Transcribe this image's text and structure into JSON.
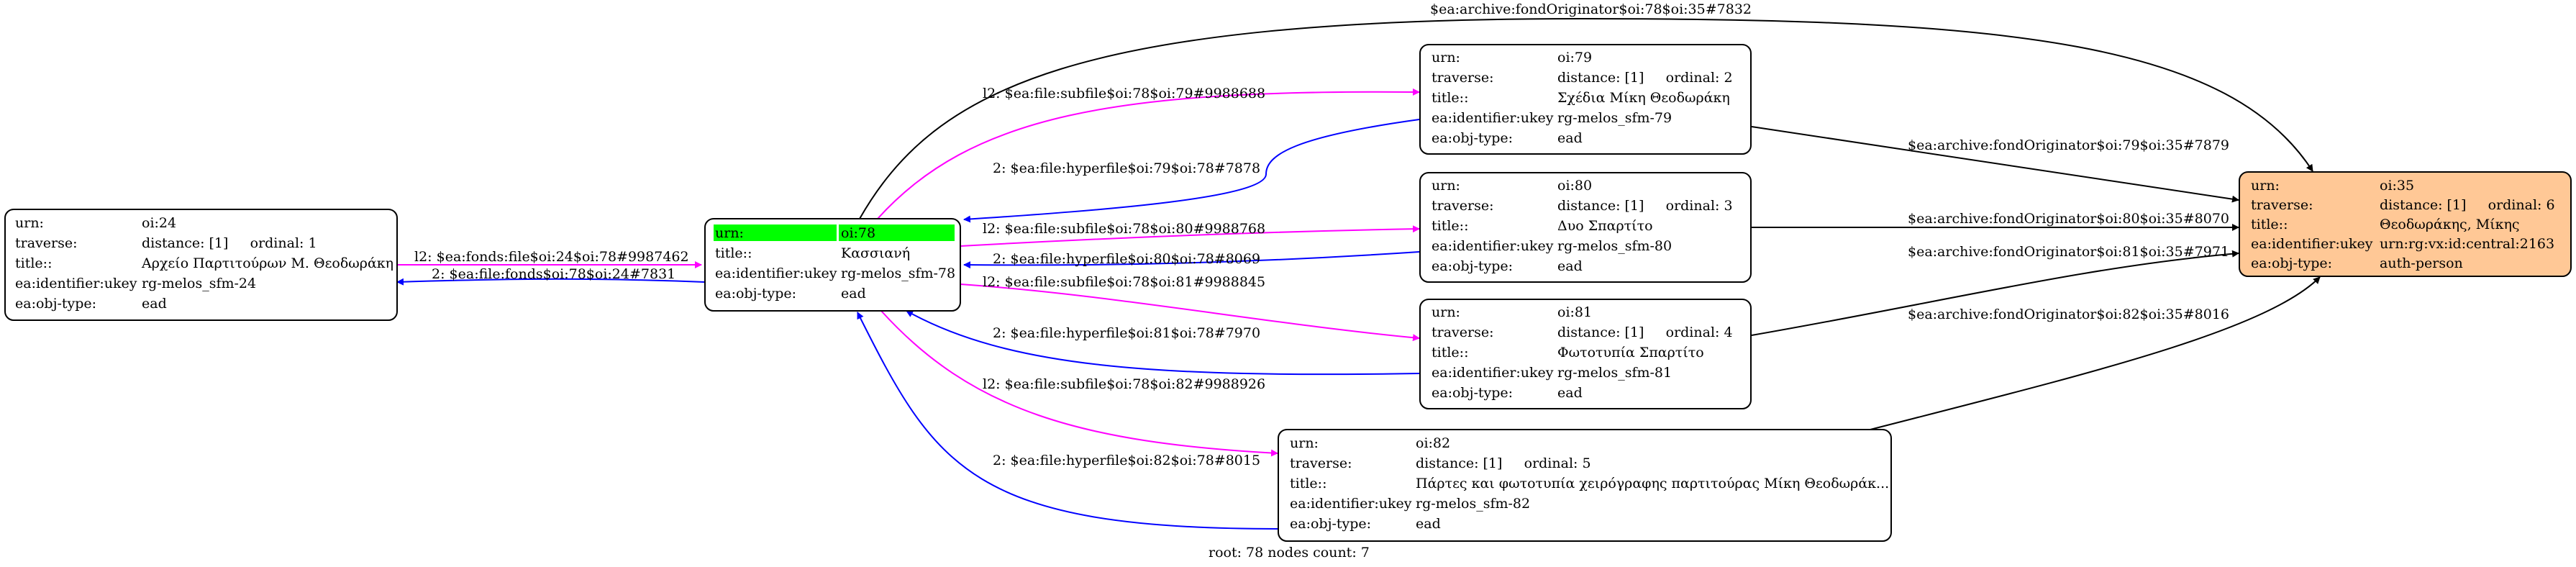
{
  "colors": {
    "background": "#ffffff",
    "root_highlight": "#00ff00",
    "target_fill": "#ffc896",
    "subfile_edge": "#ff00ff",
    "hyperfile_edge": "#0000ff",
    "archive_edge": "#000000",
    "node_border": "#000000"
  },
  "nodes": {
    "oi24": {
      "rows": [
        [
          "urn:",
          "oi:24"
        ],
        [
          "traverse:",
          "distance: [1]     ordinal: 1"
        ],
        [
          "title::",
          "Αρχείο Παρτιτούρων Μ. Θεοδωράκη"
        ],
        [
          "ea:identifier:ukey",
          "rg-melos_sfm-24"
        ],
        [
          "ea:obj-type:",
          "ead"
        ]
      ]
    },
    "oi78": {
      "rows": [
        [
          "urn:",
          "oi:78"
        ],
        [
          "title::",
          "Κασσιανή"
        ],
        [
          "ea:identifier:ukey",
          "rg-melos_sfm-78"
        ],
        [
          "ea:obj-type:",
          "ead"
        ]
      ]
    },
    "oi79": {
      "rows": [
        [
          "urn:",
          "oi:79"
        ],
        [
          "traverse:",
          "distance: [1]     ordinal: 2"
        ],
        [
          "title::",
          "Σχέδια Μίκη Θεοδωράκη"
        ],
        [
          "ea:identifier:ukey",
          "rg-melos_sfm-79"
        ],
        [
          "ea:obj-type:",
          "ead"
        ]
      ]
    },
    "oi80": {
      "rows": [
        [
          "urn:",
          "oi:80"
        ],
        [
          "traverse:",
          "distance: [1]     ordinal: 3"
        ],
        [
          "title::",
          "Δυο Σπαρτίτο"
        ],
        [
          "ea:identifier:ukey",
          "rg-melos_sfm-80"
        ],
        [
          "ea:obj-type:",
          "ead"
        ]
      ]
    },
    "oi81": {
      "rows": [
        [
          "urn:",
          "oi:81"
        ],
        [
          "traverse:",
          "distance: [1]     ordinal: 4"
        ],
        [
          "title::",
          "Φωτοτυπία Σπαρτίτο"
        ],
        [
          "ea:identifier:ukey",
          "rg-melos_sfm-81"
        ],
        [
          "ea:obj-type:",
          "ead"
        ]
      ]
    },
    "oi82": {
      "rows": [
        [
          "urn:",
          "oi:82"
        ],
        [
          "traverse:",
          "distance: [1]     ordinal: 5"
        ],
        [
          "title::",
          "Πάρτες και φωτοτυπία χειρόγραφης παρτιτούρας Μίκη Θεοδωράκ..."
        ],
        [
          "ea:identifier:ukey",
          "rg-melos_sfm-82"
        ],
        [
          "ea:obj-type:",
          "ead"
        ]
      ]
    },
    "oi35": {
      "rows": [
        [
          "urn:",
          "oi:35"
        ],
        [
          "traverse:",
          "distance: [1]     ordinal: 6"
        ],
        [
          "title::",
          "Θεοδωράκης, Μίκης"
        ],
        [
          "ea:identifier:ukey",
          "urn:rg:vx:id:central:2163"
        ],
        [
          "ea:obj-type:",
          "auth-person"
        ]
      ]
    }
  },
  "edges": {
    "fonds_file": "l2: $ea:fonds:file$oi:24$oi:78#9987462",
    "file_fonds": "2: $ea:file:fonds$oi:78$oi:24#7831",
    "archive_78": "$ea:archive:fondOriginator$oi:78$oi:35#7832",
    "subfile_79": "l2: $ea:file:subfile$oi:78$oi:79#9988688",
    "hyperfile_79": "2: $ea:file:hyperfile$oi:79$oi:78#7878",
    "subfile_80": "l2: $ea:file:subfile$oi:78$oi:80#9988768",
    "hyperfile_80": "2: $ea:file:hyperfile$oi:80$oi:78#8069",
    "subfile_81": "l2: $ea:file:subfile$oi:78$oi:81#9988845",
    "hyperfile_81": "2: $ea:file:hyperfile$oi:81$oi:78#7970",
    "subfile_82": "l2: $ea:file:subfile$oi:78$oi:82#9988926",
    "hyperfile_82": "2: $ea:file:hyperfile$oi:82$oi:78#8015",
    "archive_79": "$ea:archive:fondOriginator$oi:79$oi:35#7879",
    "archive_80": "$ea:archive:fondOriginator$oi:80$oi:35#8070",
    "archive_81": "$ea:archive:fondOriginator$oi:81$oi:35#7971",
    "archive_82": "$ea:archive:fondOriginator$oi:82$oi:35#8016"
  },
  "footer": "root: 78 nodes count: 7"
}
